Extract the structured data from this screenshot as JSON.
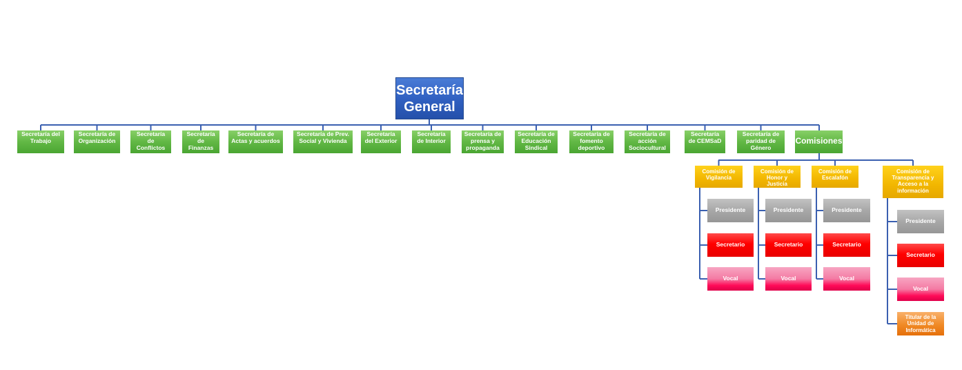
{
  "root": {
    "label": "Secretaría General"
  },
  "secretarias": [
    "Secretaría del Trabajo",
    "Secretaría de Organización",
    "Secretaría de Conflictos",
    "Secretaría de Finanzas",
    "Secretaría de Actas y acuerdos",
    "Secretaría de Prev. Social y Vivienda",
    "Secretaría del Exterior",
    "Secretaría de Interior",
    "Secretaría de prensa y propaganda",
    "Secretaría de Educación Sindical",
    "Secretaría de fomento deportivo",
    "Secretaría de acción Sociocultural",
    "Secretaría de CEMSaD",
    "Secretaría de paridad de Género"
  ],
  "comisiones": {
    "label": "Comisiones",
    "items": [
      {
        "label": "Comisión de Vigilancia",
        "members": [
          "Presidente",
          "Secretario",
          "Vocal"
        ]
      },
      {
        "label": "Comisión de Honor y Justicia",
        "members": [
          "Presidente",
          "Secretario",
          "Vocal"
        ]
      },
      {
        "label": "Comisión de Escalafón",
        "members": [
          "Presidente",
          "Secretario",
          "Vocal"
        ]
      },
      {
        "label": "Comisión de Transparencia y Acceso a la información",
        "members": [
          "Presidente",
          "Secretario",
          "Vocal",
          "Titular de la Unidad de Informática"
        ]
      }
    ]
  },
  "colors": {
    "connector": "#3a5fb0",
    "root": "#3161c2",
    "secretaria": "#62b845",
    "comision": "#f2b600",
    "presidente": "#a8a8a8",
    "secretario": "#ff0000",
    "vocal": "#ff0b58",
    "titular": "#f08a26"
  }
}
